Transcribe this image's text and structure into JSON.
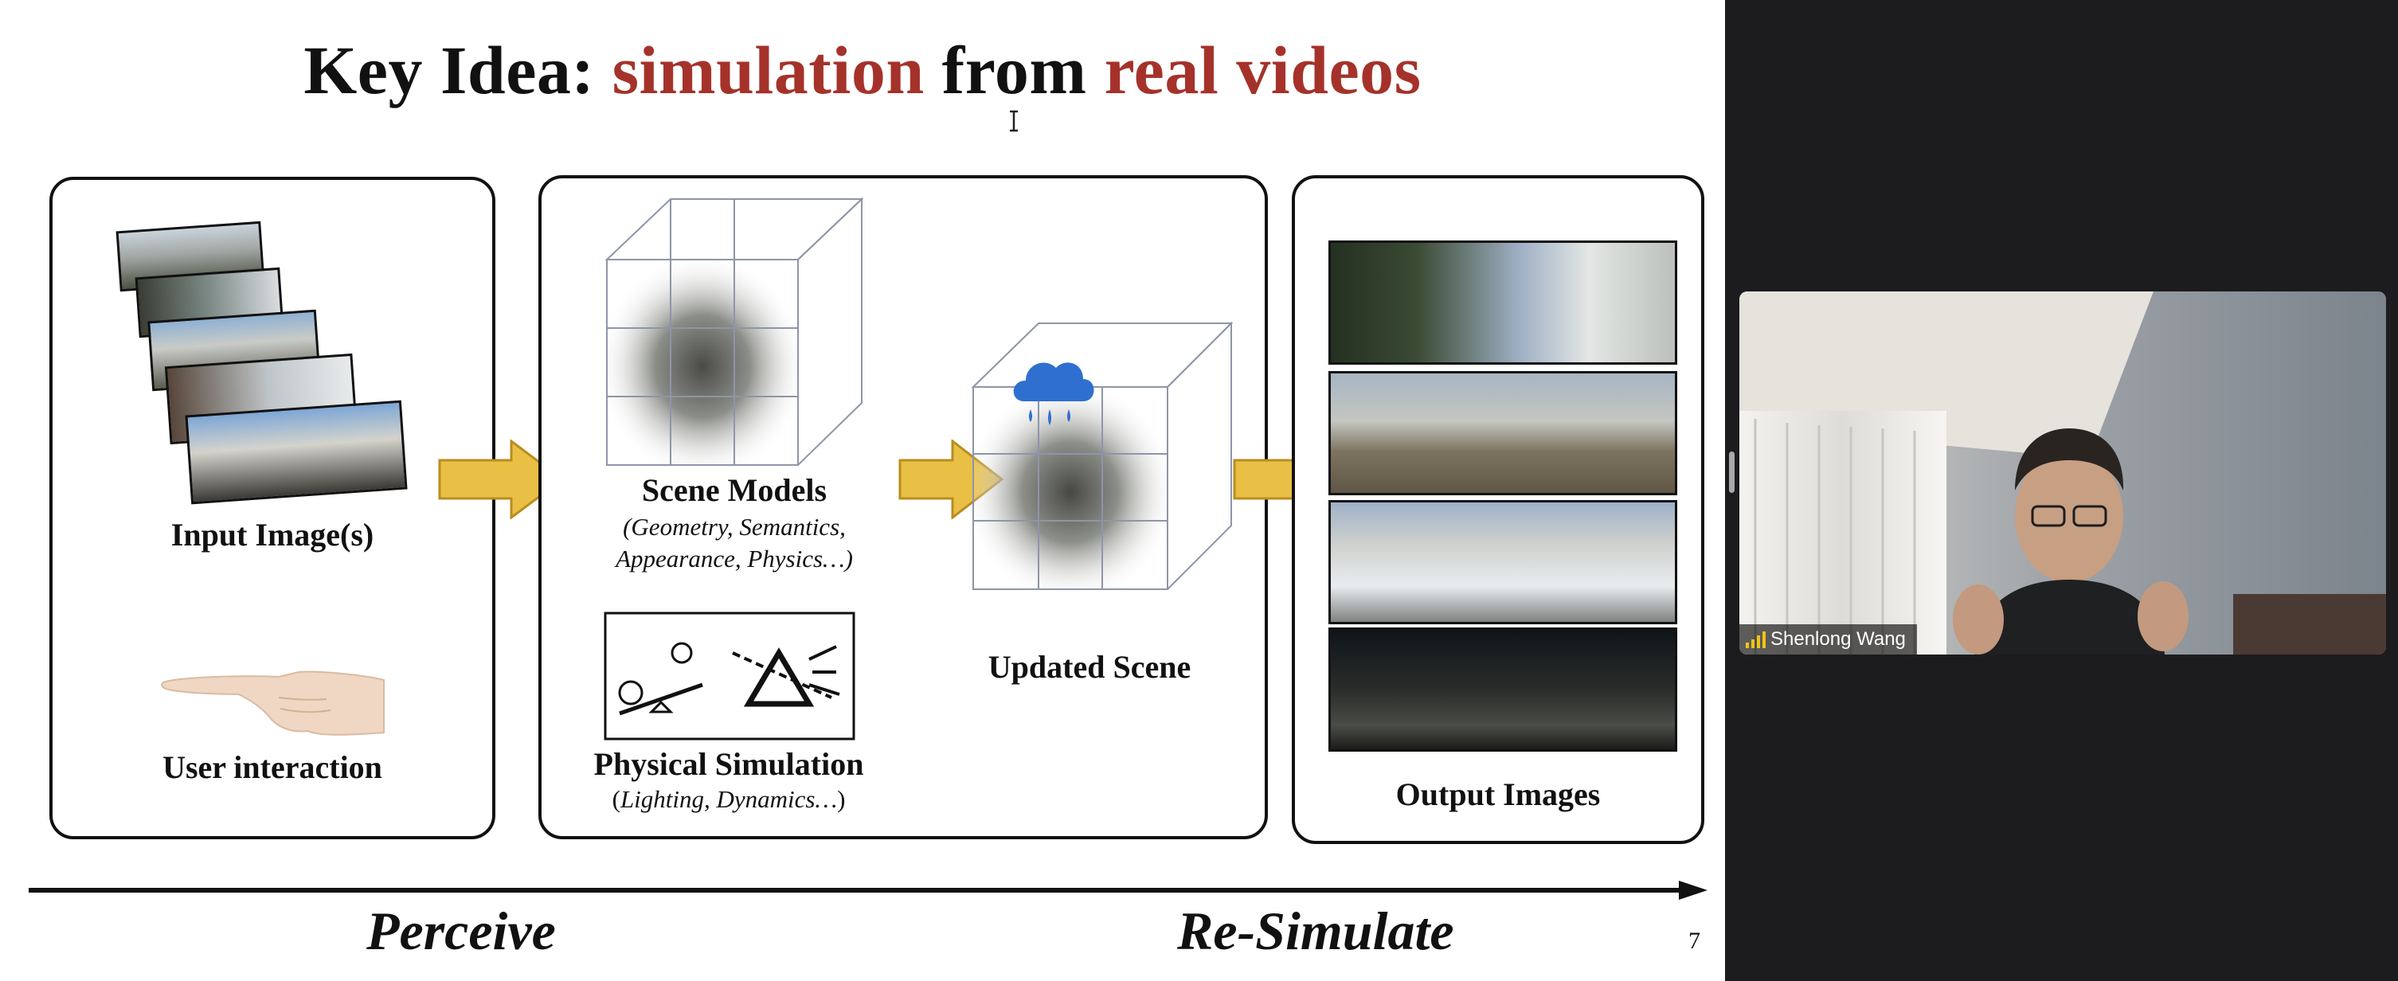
{
  "slide": {
    "title_prefix": "Key Idea: ",
    "title_highlight_1": "simulation",
    "title_middle": " from ",
    "title_highlight_2": "real videos",
    "input_label": "Input Image(s)",
    "user_label": "User interaction",
    "scene_models_label": "Scene Models",
    "scene_models_sub_1": "(Geometry, Semantics,",
    "scene_models_sub_2": "Appearance, Physics…)",
    "physical_label": "Physical Simulation",
    "physical_sub_prefix": "(",
    "physical_sub_italic": "Lighting, Dynamics…",
    "physical_sub_suffix": ")",
    "updated_label": "Updated Scene",
    "output_label": "Output Images",
    "perceive_label": "Perceive",
    "resimulate_label": "Re-Simulate",
    "page_number": "7",
    "colors": {
      "highlight": "#a5322a",
      "arrow": "#e9bf45",
      "rain": "#2f6fcf"
    }
  },
  "video": {
    "participant_name": "Shenlong Wang",
    "signal_icon": "signal-bars-icon"
  }
}
